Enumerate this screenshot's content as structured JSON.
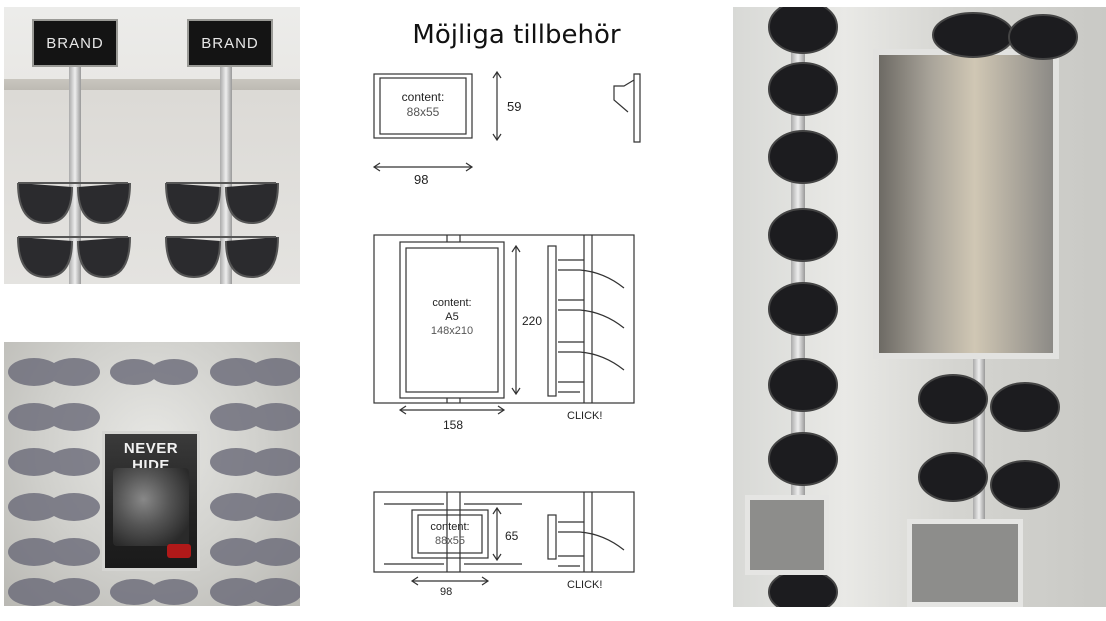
{
  "title": "Möjliga tillbehör",
  "photos": {
    "brand_signs": {
      "label": "BRAND"
    },
    "poster": {
      "headline": "NEVER HIDE"
    }
  },
  "drawings": [
    {
      "content_label": "content:",
      "content_size": "88x55",
      "height_dim": "59",
      "width_dim": "98"
    },
    {
      "content_label": "content:",
      "content_format": "A5",
      "content_size": "148x210",
      "height_dim": "220",
      "width_dim": "158",
      "note": "CLICK!"
    },
    {
      "content_label": "content:",
      "content_size": "88x55",
      "height_dim": "65",
      "width_dim": "98",
      "note": "CLICK!"
    }
  ]
}
